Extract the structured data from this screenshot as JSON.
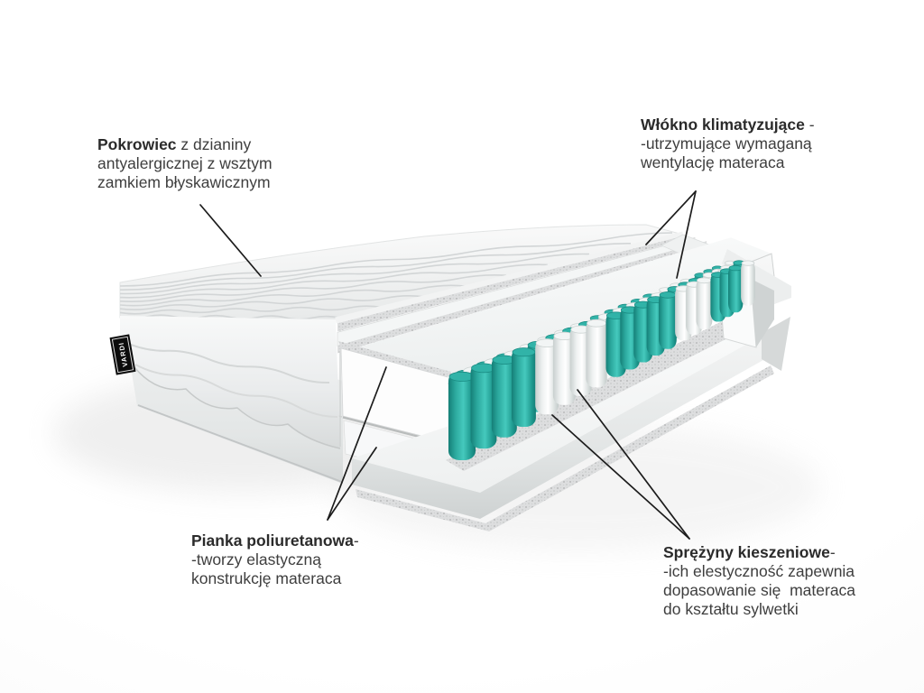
{
  "diagram": {
    "title": "mattress cross-section diagram",
    "brand_tag": {
      "text": "VARDI"
    },
    "colors": {
      "spring_teal": "#2bab9f",
      "spring_teal_light": "#45c9bd",
      "spring_teal_dark": "#157f77",
      "spring_white": "#ffffff",
      "spring_white_shade": "#c8cfce",
      "foam_white": "#fcfcfc",
      "fiber_speckle": "#dddedf",
      "leader_line": "#1c1c1c",
      "label_text": "#3e3e3e"
    }
  },
  "labels": {
    "cover": {
      "lead": "Pokrowiec",
      "rest": " z dzianiny",
      "lines": [
        "antyalergicznej z wsztym",
        "zamkiem błyskawicznym"
      ]
    },
    "fiber": {
      "lead": "Włókno klimatyzujące",
      "rest": " -",
      "lines": [
        "-utrzymujące wymaganą",
        "wentylację materaca"
      ]
    },
    "foam": {
      "lead": "Pianka poliuretanowa",
      "rest": "-",
      "lines": [
        "-tworzy elastyczną",
        "konstrukcję materaca"
      ]
    },
    "springs": {
      "lead": "Sprężyny kieszeniowe",
      "rest": "-",
      "lines": [
        "-ich elestyczność zapewnia",
        "dopasowanie się  materaca",
        "do kształtu sylwetki"
      ]
    }
  }
}
